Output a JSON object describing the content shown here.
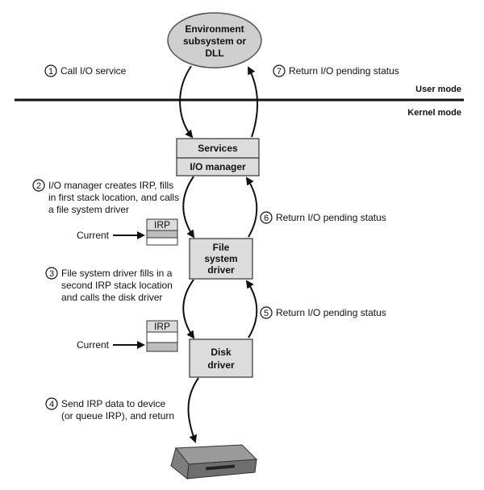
{
  "env": {
    "line1": "Environment",
    "line2": "subsystem or",
    "line3": "DLL"
  },
  "modes": {
    "user": "User mode",
    "kernel": "Kernel mode"
  },
  "boxes": {
    "services": "Services",
    "io_manager": "I/O manager",
    "fs_driver": {
      "line1": "File",
      "line2": "system",
      "line3": "driver"
    },
    "disk_driver": {
      "line1": "Disk",
      "line2": "driver"
    }
  },
  "irp": {
    "label": "IRP",
    "current": "Current"
  },
  "steps": [
    {
      "num": "1",
      "lines": [
        "Call I/O service"
      ]
    },
    {
      "num": "2",
      "lines": [
        "I/O manager creates IRP, fills",
        "in first stack location, and calls",
        "a file system driver"
      ]
    },
    {
      "num": "3",
      "lines": [
        "File system driver fills in a",
        "second IRP stack location",
        "and calls the disk driver"
      ]
    },
    {
      "num": "4",
      "lines": [
        "Send IRP data to device",
        "(or queue IRP), and return"
      ]
    },
    {
      "num": "5",
      "lines": [
        "Return I/O pending status"
      ]
    },
    {
      "num": "6",
      "lines": [
        "Return I/O pending status"
      ]
    },
    {
      "num": "7",
      "lines": [
        "Return I/O pending status"
      ]
    }
  ],
  "colors": {
    "box_fill": "#dcdcdc",
    "ellipse_fill": "#cfcfcf",
    "line": "#111111",
    "irp_shade": "#bdbdbd"
  }
}
